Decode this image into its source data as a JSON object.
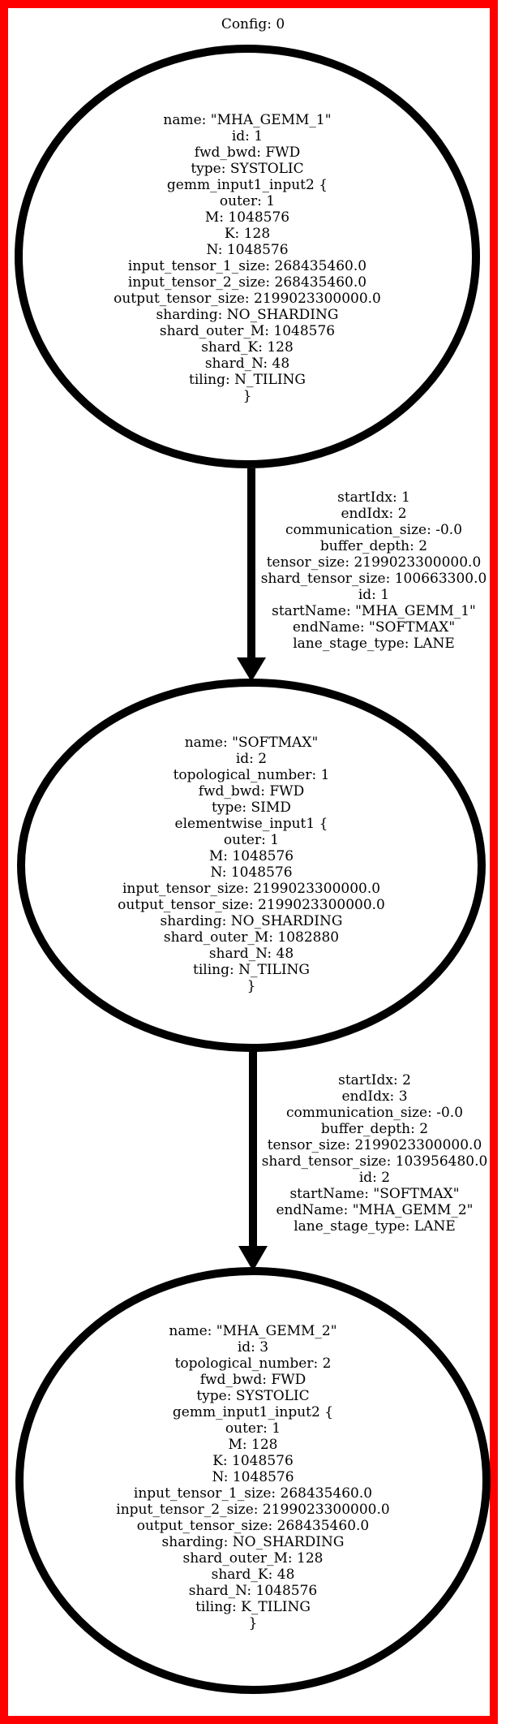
{
  "graph": {
    "title": "Config: 0",
    "border_color": "#ff0000",
    "stroke_color": "#000000",
    "nodes": [
      {
        "id": "node-mha-gemm-1",
        "lines": [
          "name: \"MHA_GEMM_1\"",
          "id: 1",
          "fwd_bwd: FWD",
          "type: SYSTOLIC",
          "gemm_input1_input2 {",
          "outer: 1",
          "M: 1048576",
          "K: 128",
          "N: 1048576",
          "input_tensor_1_size: 268435460.0",
          "input_tensor_2_size: 268435460.0",
          "output_tensor_size: 2199023300000.0",
          "sharding: NO_SHARDING",
          "shard_outer_M: 1048576",
          "shard_K: 128",
          "shard_N: 48",
          "tiling: N_TILING",
          "}"
        ]
      },
      {
        "id": "node-softmax",
        "lines": [
          "name: \"SOFTMAX\"",
          "id: 2",
          "topological_number: 1",
          "fwd_bwd: FWD",
          "type: SIMD",
          "elementwise_input1 {",
          "outer: 1",
          "M: 1048576",
          "N: 1048576",
          "input_tensor_size: 2199023300000.0",
          "output_tensor_size: 2199023300000.0",
          "sharding: NO_SHARDING",
          "shard_outer_M: 1082880",
          "shard_N: 48",
          "tiling: N_TILING",
          "}"
        ]
      },
      {
        "id": "node-mha-gemm-2",
        "lines": [
          "name: \"MHA_GEMM_2\"",
          "id: 3",
          "topological_number: 2",
          "fwd_bwd: FWD",
          "type: SYSTOLIC",
          "gemm_input1_input2 {",
          "outer: 1",
          "M: 128",
          "K: 1048576",
          "N: 1048576",
          "input_tensor_1_size: 268435460.0",
          "input_tensor_2_size: 2199023300000.0",
          "output_tensor_size: 268435460.0",
          "sharding: NO_SHARDING",
          "shard_outer_M: 128",
          "shard_K: 48",
          "shard_N: 1048576",
          "tiling: K_TILING",
          "}"
        ]
      }
    ],
    "edges": [
      {
        "id": "edge-1-2",
        "from": "node-mha-gemm-1",
        "to": "node-softmax",
        "lines": [
          "startIdx: 1",
          "endIdx: 2",
          "communication_size: -0.0",
          "buffer_depth: 2",
          "tensor_size: 2199023300000.0",
          "shard_tensor_size: 100663300.0",
          "id: 1",
          "startName: \"MHA_GEMM_1\"",
          "endName: \"SOFTMAX\"",
          "lane_stage_type: LANE"
        ]
      },
      {
        "id": "edge-2-3",
        "from": "node-softmax",
        "to": "node-mha-gemm-2",
        "lines": [
          "startIdx: 2",
          "endIdx: 3",
          "communication_size: -0.0",
          "buffer_depth: 2",
          "tensor_size: 2199023300000.0",
          "shard_tensor_size: 103956480.0",
          "id: 2",
          "startName: \"SOFTMAX\"",
          "endName: \"MHA_GEMM_2\"",
          "lane_stage_type: LANE"
        ]
      }
    ]
  }
}
